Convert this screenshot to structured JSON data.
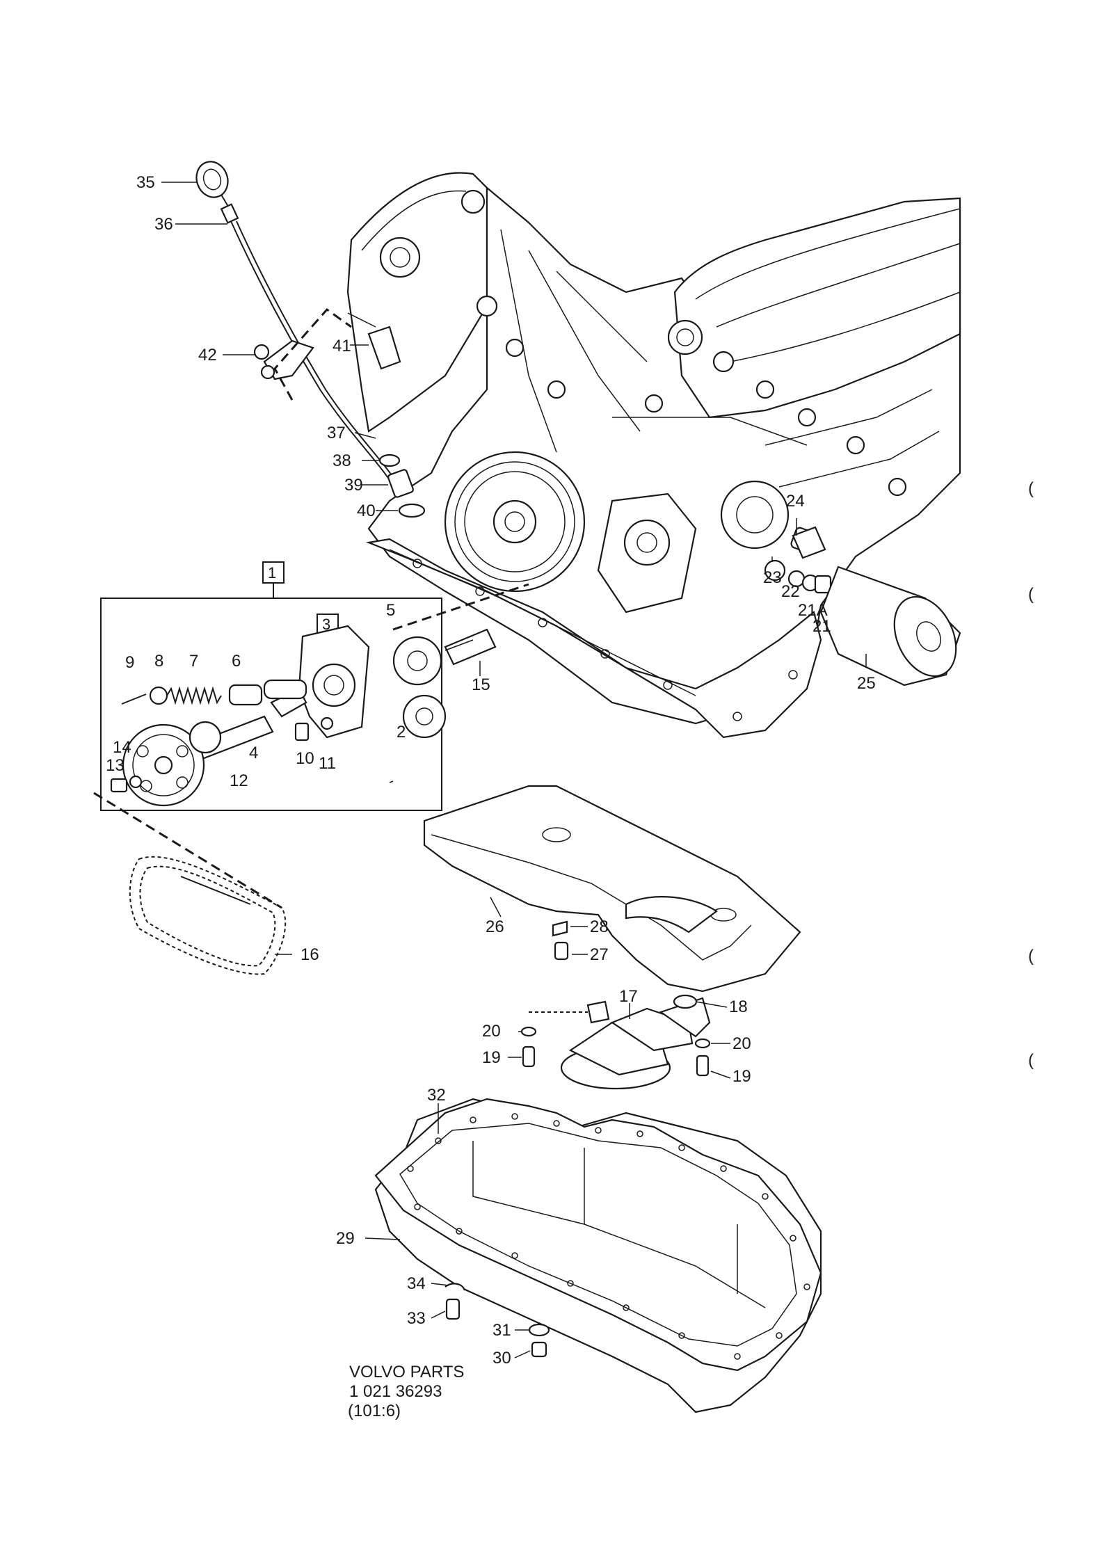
{
  "diagram": {
    "callouts": [
      "35",
      "36",
      "41",
      "42",
      "37",
      "38",
      "39",
      "40",
      "24",
      "23",
      "22",
      "21A",
      "21",
      "25",
      "1",
      "3",
      "5",
      "9",
      "8",
      "7",
      "6",
      "2",
      "15",
      "4",
      "10",
      "11",
      "14",
      "13",
      "12",
      "16",
      "26",
      "28",
      "27",
      "17",
      "18",
      "20",
      "19",
      "20",
      "19",
      "32",
      "29",
      "34",
      "33",
      "31",
      "30"
    ],
    "footer": {
      "line1": "VOLVO  PARTS",
      "line2": "1  021   36293",
      "line3": "(101:6)"
    },
    "margin_marks": [
      "(",
      "(",
      "(",
      "("
    ]
  }
}
